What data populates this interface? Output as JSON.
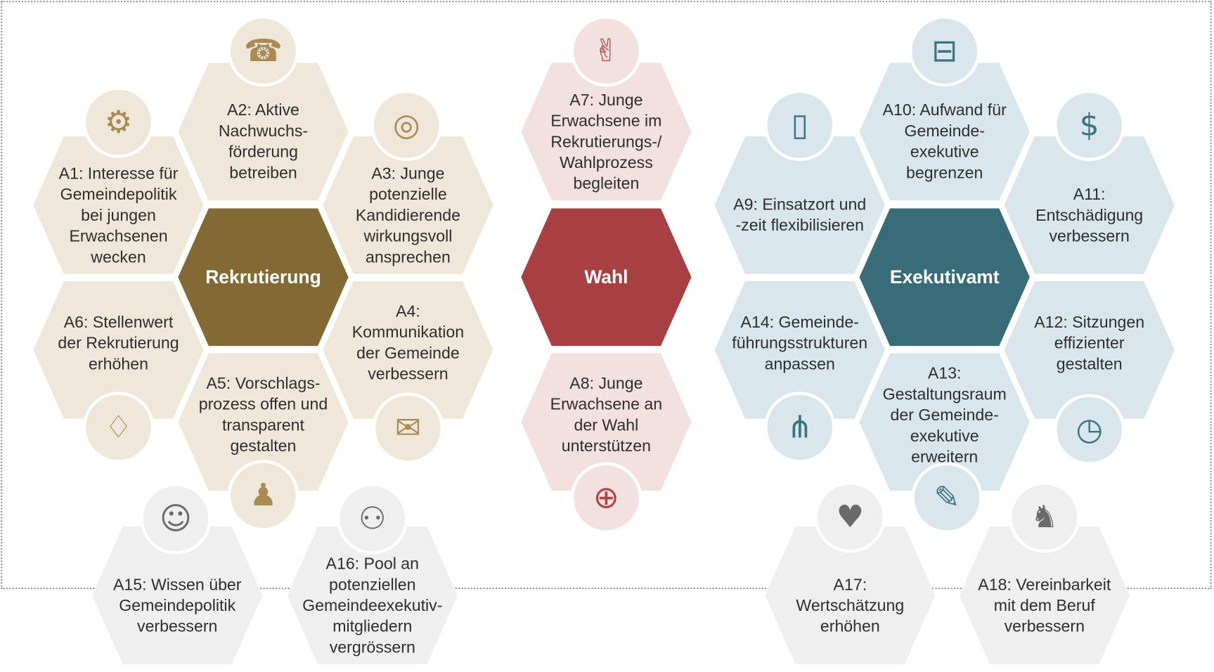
{
  "categories": {
    "rekrutierung": "Rekrutierung",
    "wahl": "Wahl",
    "exekutivamt": "Exekutivamt"
  },
  "measures": {
    "A1": "A1: Interesse für Gemeindepolitik bei jungen Erwachsenen wecken",
    "A2": "A2: Aktive Nachwuchs-förderung betreiben",
    "A3": "A3: Junge potenzielle Kandidierende wirkungsvoll ansprechen",
    "A4": "A4: Kommunikation der Gemeinde verbessern",
    "A5": "A5: Vorschlags-prozess offen und transparent gestalten",
    "A6": "A6: Stellenwert der Rekrutierung erhöhen",
    "A7": "A7: Junge Erwachsene im Rekrutierungs-/ Wahlprozess begleiten",
    "A8": "A8: Junge Erwachsene an der Wahl unterstützen",
    "A9": "A9: Einsatzort und -zeit flexibilisieren",
    "A10": "A10: Aufwand für Gemeinde-exekutive begrenzen",
    "A11": "A11: Entschädigung verbessern",
    "A12": "A12: Sitzungen effizienter gestalten",
    "A13": "A13: Gestaltungsraum der Gemeinde-exekutive erweitern",
    "A14": "A14: Gemeinde-führungsstrukturen anpassen",
    "A15": "A15: Wissen über Gemeindepolitik verbessern",
    "A16": "A16: Pool an potenziellen Gemeindeexekutiv-mitgliedern vergrössern",
    "A17": "A17: Wertschätzung erhöhen",
    "A18": "A18: Vereinbarkeit mit dem Beruf verbessern"
  },
  "icons": {
    "A1": "⚙",
    "A2": "☎",
    "A3": "◎",
    "A4": "✉",
    "A5": "♟",
    "A6": "♢",
    "A7": "✌",
    "A8": "⊕",
    "A9": "▯",
    "A10": "⊟",
    "A11": "$",
    "A12": "◷",
    "A13": "✎",
    "A14": "⋔",
    "A15": "☺",
    "A16": "⚇",
    "A17": "♥",
    "A18": "♞"
  },
  "colors": {
    "rekrutierung": "#836a35",
    "wahl": "#a84043",
    "exekutivamt": "#376c78",
    "rekrutierung_light": "#efe7d9",
    "wahl_light": "#f3e1e2",
    "exekutivamt_light": "#d9e7ec",
    "cross_cutting": "#efefef"
  }
}
